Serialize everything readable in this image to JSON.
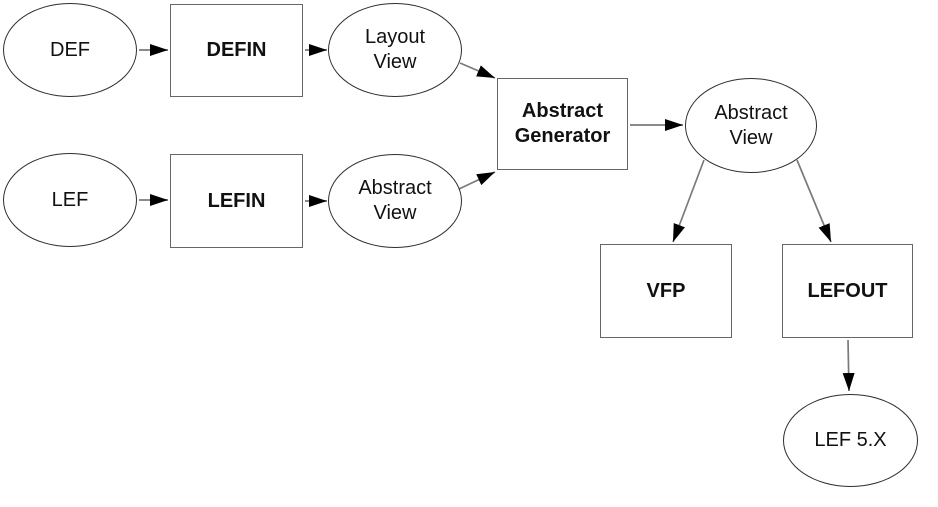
{
  "diagram": {
    "type": "flowchart",
    "colors": {
      "background": "#ffffff",
      "ellipse_border": "#2e2e2e",
      "rect_border": "#666666",
      "connector": "#7a7a7a",
      "arrowhead": "#000000",
      "text": "#111111"
    },
    "nodes": {
      "def": {
        "shape": "ellipse",
        "label": "DEF"
      },
      "defin": {
        "shape": "rect",
        "label": "DEFIN"
      },
      "layout_view": {
        "shape": "ellipse",
        "lines": [
          "Layout",
          "View"
        ]
      },
      "lef": {
        "shape": "ellipse",
        "label": "LEF"
      },
      "lefin": {
        "shape": "rect",
        "label": "LEFIN"
      },
      "abstract_view_in": {
        "shape": "ellipse",
        "lines": [
          "Abstract",
          "View"
        ]
      },
      "abstract_generator": {
        "shape": "rect",
        "lines": [
          "Abstract",
          "Generator"
        ]
      },
      "abstract_view_out": {
        "shape": "ellipse",
        "lines": [
          "Abstract",
          "View"
        ]
      },
      "vfp": {
        "shape": "rect",
        "label": "VFP"
      },
      "lefout": {
        "shape": "rect",
        "label": "LEFOUT"
      },
      "lef_5x": {
        "shape": "ellipse",
        "label": "LEF 5.X"
      }
    },
    "edges": [
      {
        "from": "def",
        "to": "defin"
      },
      {
        "from": "defin",
        "to": "layout_view"
      },
      {
        "from": "layout_view",
        "to": "abstract_generator"
      },
      {
        "from": "lef",
        "to": "lefin"
      },
      {
        "from": "lefin",
        "to": "abstract_view_in"
      },
      {
        "from": "abstract_view_in",
        "to": "abstract_generator"
      },
      {
        "from": "abstract_generator",
        "to": "abstract_view_out"
      },
      {
        "from": "abstract_view_out",
        "to": "vfp"
      },
      {
        "from": "abstract_view_out",
        "to": "lefout"
      },
      {
        "from": "lefout",
        "to": "lef_5x"
      }
    ]
  }
}
